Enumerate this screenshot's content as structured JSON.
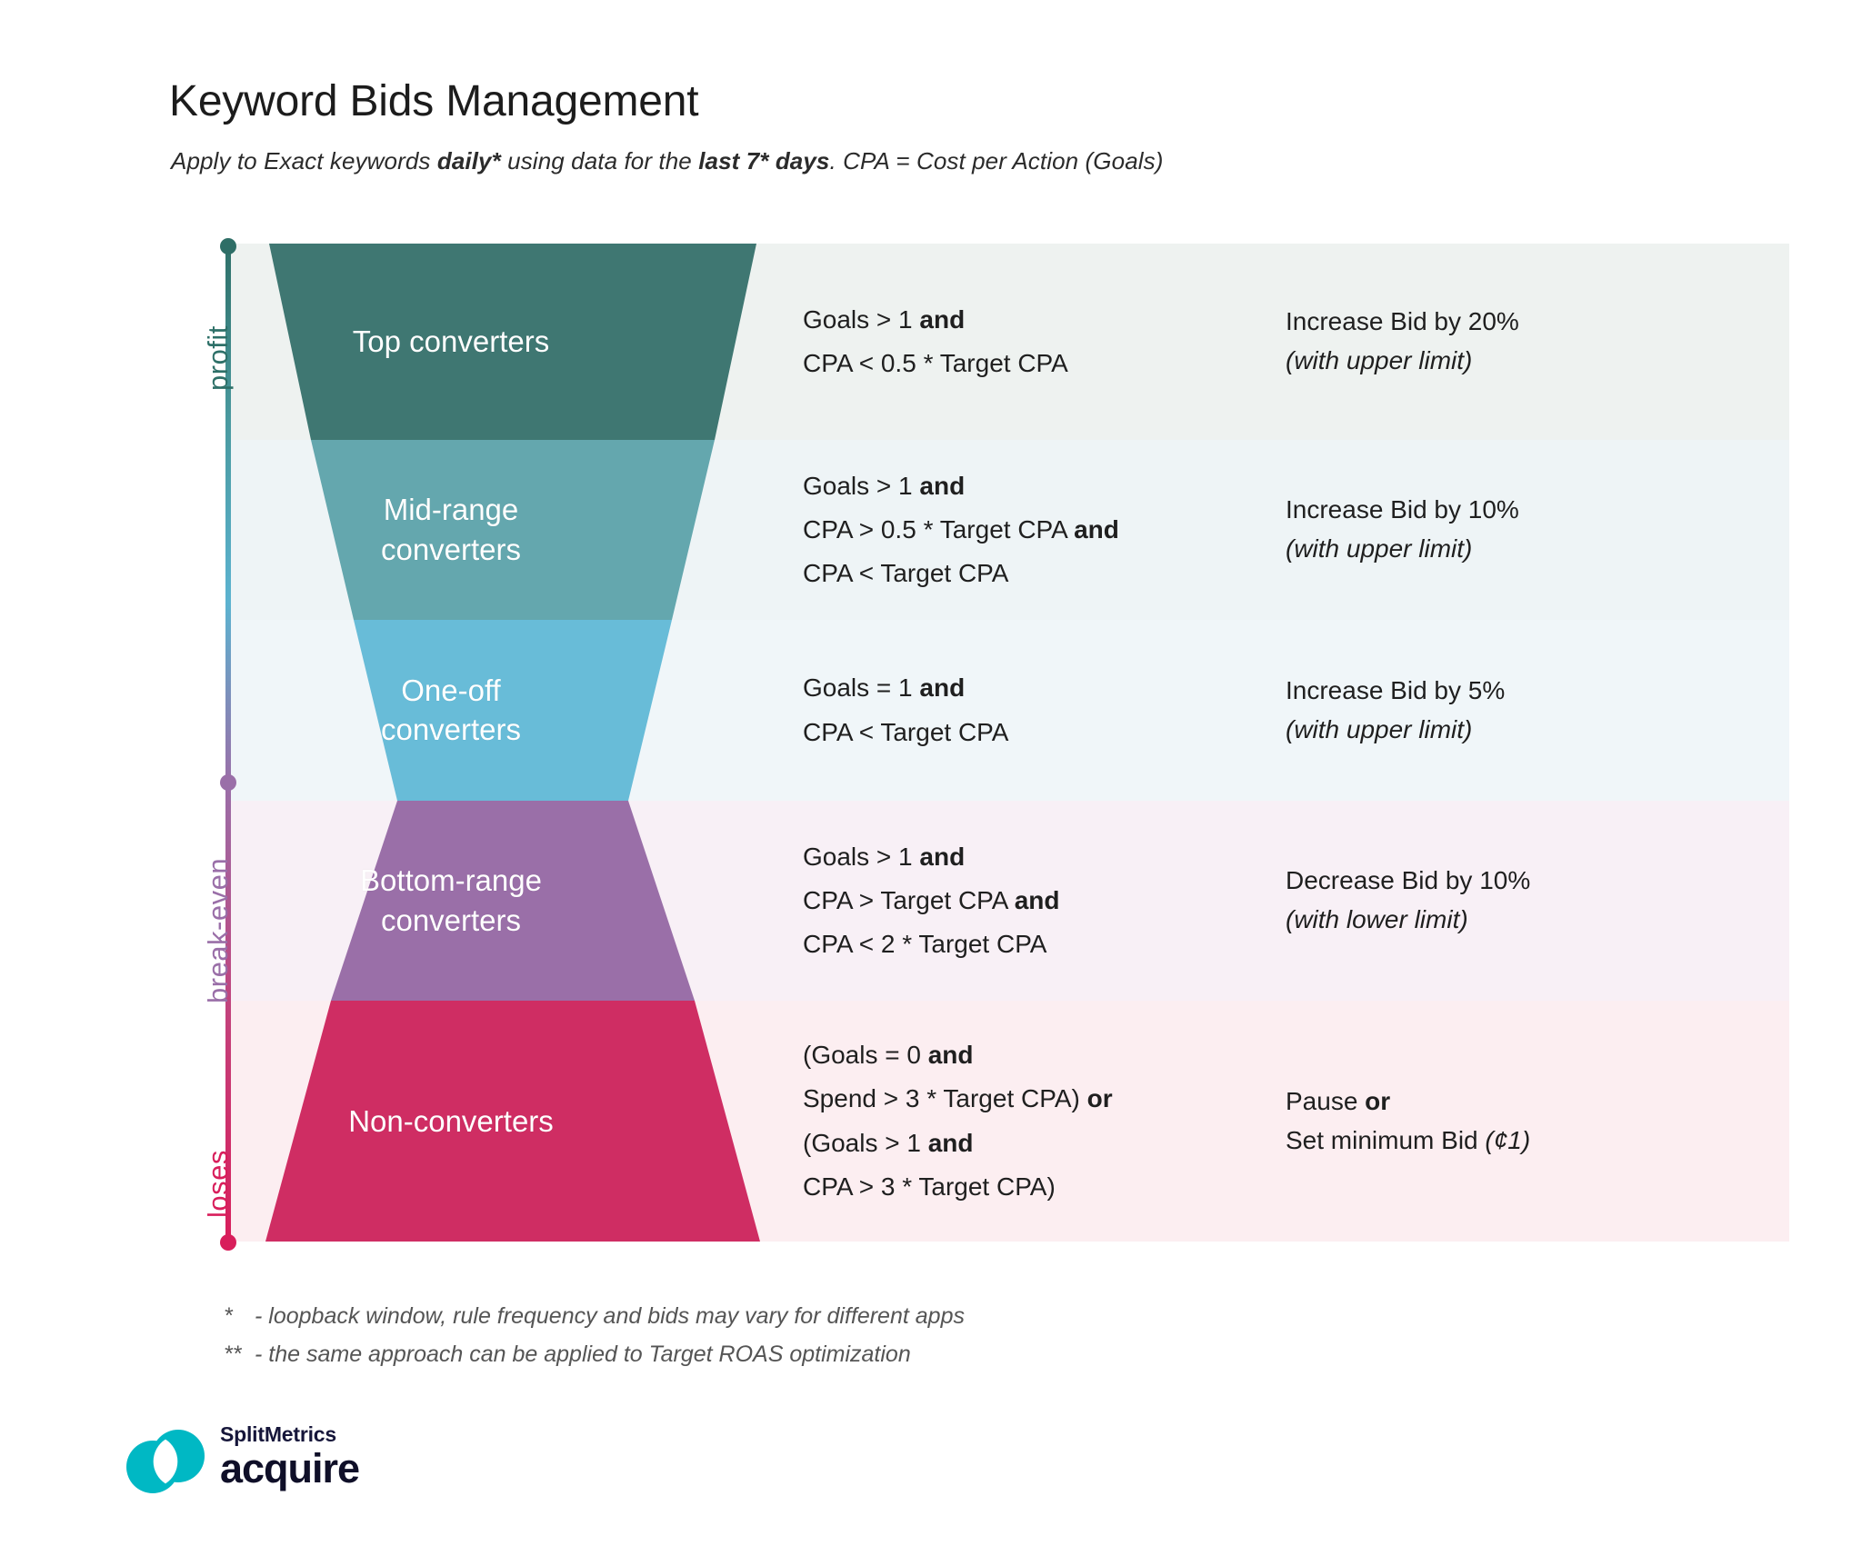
{
  "header": {
    "title": "Keyword Bids Management",
    "subtitle_parts": [
      {
        "t": "Apply to Exact keywords ",
        "b": false
      },
      {
        "t": "daily*",
        "b": true
      },
      {
        "t": " using data for the ",
        "b": false
      },
      {
        "t": "last 7* days",
        "b": true
      },
      {
        "t": ". CPA = Cost per Action (Goals)",
        "b": false
      }
    ],
    "subtitle_plain": "Apply to Exact keywords daily* using data for the last 7* days. CPA = Cost per Action (Goals)"
  },
  "axis": {
    "labels": [
      {
        "name": "profit",
        "text": "profit",
        "color": "#2e7068"
      },
      {
        "name": "break-even",
        "text": "break-even",
        "color": "#9a6fa8"
      },
      {
        "name": "loses",
        "text": "loses",
        "color": "#d81e5b"
      }
    ],
    "gradient_colors": [
      "#2e7068",
      "#4a9aa0",
      "#5cb3d0",
      "#9a6fa8",
      "#c4407a",
      "#d81e5b"
    ]
  },
  "chart_data": {
    "type": "table",
    "title": "Keyword Bids Management",
    "subtitle": "Apply to Exact keywords daily* using data for the last 7* days. CPA = Cost per Action (Goals)",
    "columns": [
      "Segment",
      "Conditions",
      "Action"
    ],
    "rows": [
      {
        "segment": "Top converters",
        "conditions": [
          [
            {
              "t": "Goals > 1 ",
              "b": false
            },
            {
              "t": "and",
              "b": true
            }
          ],
          [
            {
              "t": "CPA < 0.5 * Target CPA",
              "b": false
            }
          ]
        ],
        "conditions_plain": "Goals > 1 and CPA < 0.5 * Target CPA",
        "action": [
          [
            {
              "t": "Increase Bid by 20%",
              "b": false,
              "i": false
            }
          ],
          [
            {
              "t": "(with upper limit)",
              "b": false,
              "i": true
            }
          ]
        ],
        "action_plain": "Increase Bid by 20% (with upper limit)",
        "fill": "#3f7772",
        "band": "#eef2f0",
        "zone": "profit"
      },
      {
        "segment": "Mid-range converters",
        "conditions": [
          [
            {
              "t": "Goals > 1 ",
              "b": false
            },
            {
              "t": "and",
              "b": true
            }
          ],
          [
            {
              "t": "CPA > 0.5 * Target CPA ",
              "b": false
            },
            {
              "t": "and",
              "b": true
            }
          ],
          [
            {
              "t": "CPA < Target CPA",
              "b": false
            }
          ]
        ],
        "conditions_plain": "Goals > 1 and CPA > 0.5 * Target CPA and CPA < Target CPA",
        "action": [
          [
            {
              "t": "Increase Bid by 10%",
              "b": false,
              "i": false
            }
          ],
          [
            {
              "t": "(with upper limit)",
              "b": false,
              "i": true
            }
          ]
        ],
        "action_plain": "Increase Bid by 10% (with upper limit)",
        "fill": "#64a7ae",
        "band": "#eef4f6",
        "zone": "profit"
      },
      {
        "segment": "One-off converters",
        "conditions": [
          [
            {
              "t": "Goals = 1 ",
              "b": false
            },
            {
              "t": "and",
              "b": true
            }
          ],
          [
            {
              "t": "CPA < Target CPA",
              "b": false
            }
          ]
        ],
        "conditions_plain": "Goals = 1 and CPA < Target CPA",
        "action": [
          [
            {
              "t": "Increase Bid by 5%",
              "b": false,
              "i": false
            }
          ],
          [
            {
              "t": "(with upper limit)",
              "b": false,
              "i": true
            }
          ]
        ],
        "action_plain": "Increase Bid by 5% (with upper limit)",
        "fill": "#68bcd8",
        "band": "#f0f6f9",
        "zone": "break-even"
      },
      {
        "segment": "Bottom-range converters",
        "conditions": [
          [
            {
              "t": "Goals > 1 ",
              "b": false
            },
            {
              "t": "and",
              "b": true
            }
          ],
          [
            {
              "t": "CPA > Target CPA ",
              "b": false
            },
            {
              "t": "and",
              "b": true
            }
          ],
          [
            {
              "t": "CPA < 2 * Target CPA",
              "b": false
            }
          ]
        ],
        "conditions_plain": "Goals > 1 and CPA > Target CPA and CPA < 2 * Target CPA",
        "action": [
          [
            {
              "t": "Decrease Bid by 10%",
              "b": false,
              "i": false
            }
          ],
          [
            {
              "t": "(with lower limit)",
              "b": false,
              "i": true
            }
          ]
        ],
        "action_plain": "Decrease Bid by 10% (with lower limit)",
        "fill": "#9a6fa8",
        "band": "#f8f0f6",
        "zone": "break-even"
      },
      {
        "segment": "Non-converters",
        "conditions": [
          [
            {
              "t": "(Goals = 0 ",
              "b": false
            },
            {
              "t": "and",
              "b": true
            }
          ],
          [
            {
              "t": "Spend > 3 * Target CPA) ",
              "b": false
            },
            {
              "t": "or",
              "b": true
            }
          ],
          [
            {
              "t": "(Goals > 1 ",
              "b": false
            },
            {
              "t": "and",
              "b": true
            }
          ],
          [
            {
              "t": "CPA > 3 * Target CPA)",
              "b": false
            }
          ]
        ],
        "conditions_plain": "(Goals = 0 and Spend > 3 * Target CPA) or (Goals > 1 and CPA > 3 * Target CPA)",
        "action": [
          [
            {
              "t": "Pause ",
              "b": false,
              "i": false
            },
            {
              "t": "or",
              "b": true,
              "i": false
            }
          ],
          [
            {
              "t": "Set minimum Bid ",
              "b": false,
              "i": false
            },
            {
              "t": "(¢1)",
              "b": false,
              "i": true
            }
          ]
        ],
        "action_plain": "Pause or Set minimum Bid (¢1)",
        "fill": "#cf2d63",
        "band": "#fceef1",
        "zone": "loses"
      }
    ]
  },
  "footnotes": [
    {
      "marker": "*",
      "text": "- loopback window, rule frequency and bids may vary for different apps"
    },
    {
      "marker": "**",
      "text": "- the same approach can be applied to Target ROAS optimization"
    }
  ],
  "logo": {
    "brand": "SplitMetrics",
    "product": "acquire",
    "mark_color": "#00b8c4"
  }
}
